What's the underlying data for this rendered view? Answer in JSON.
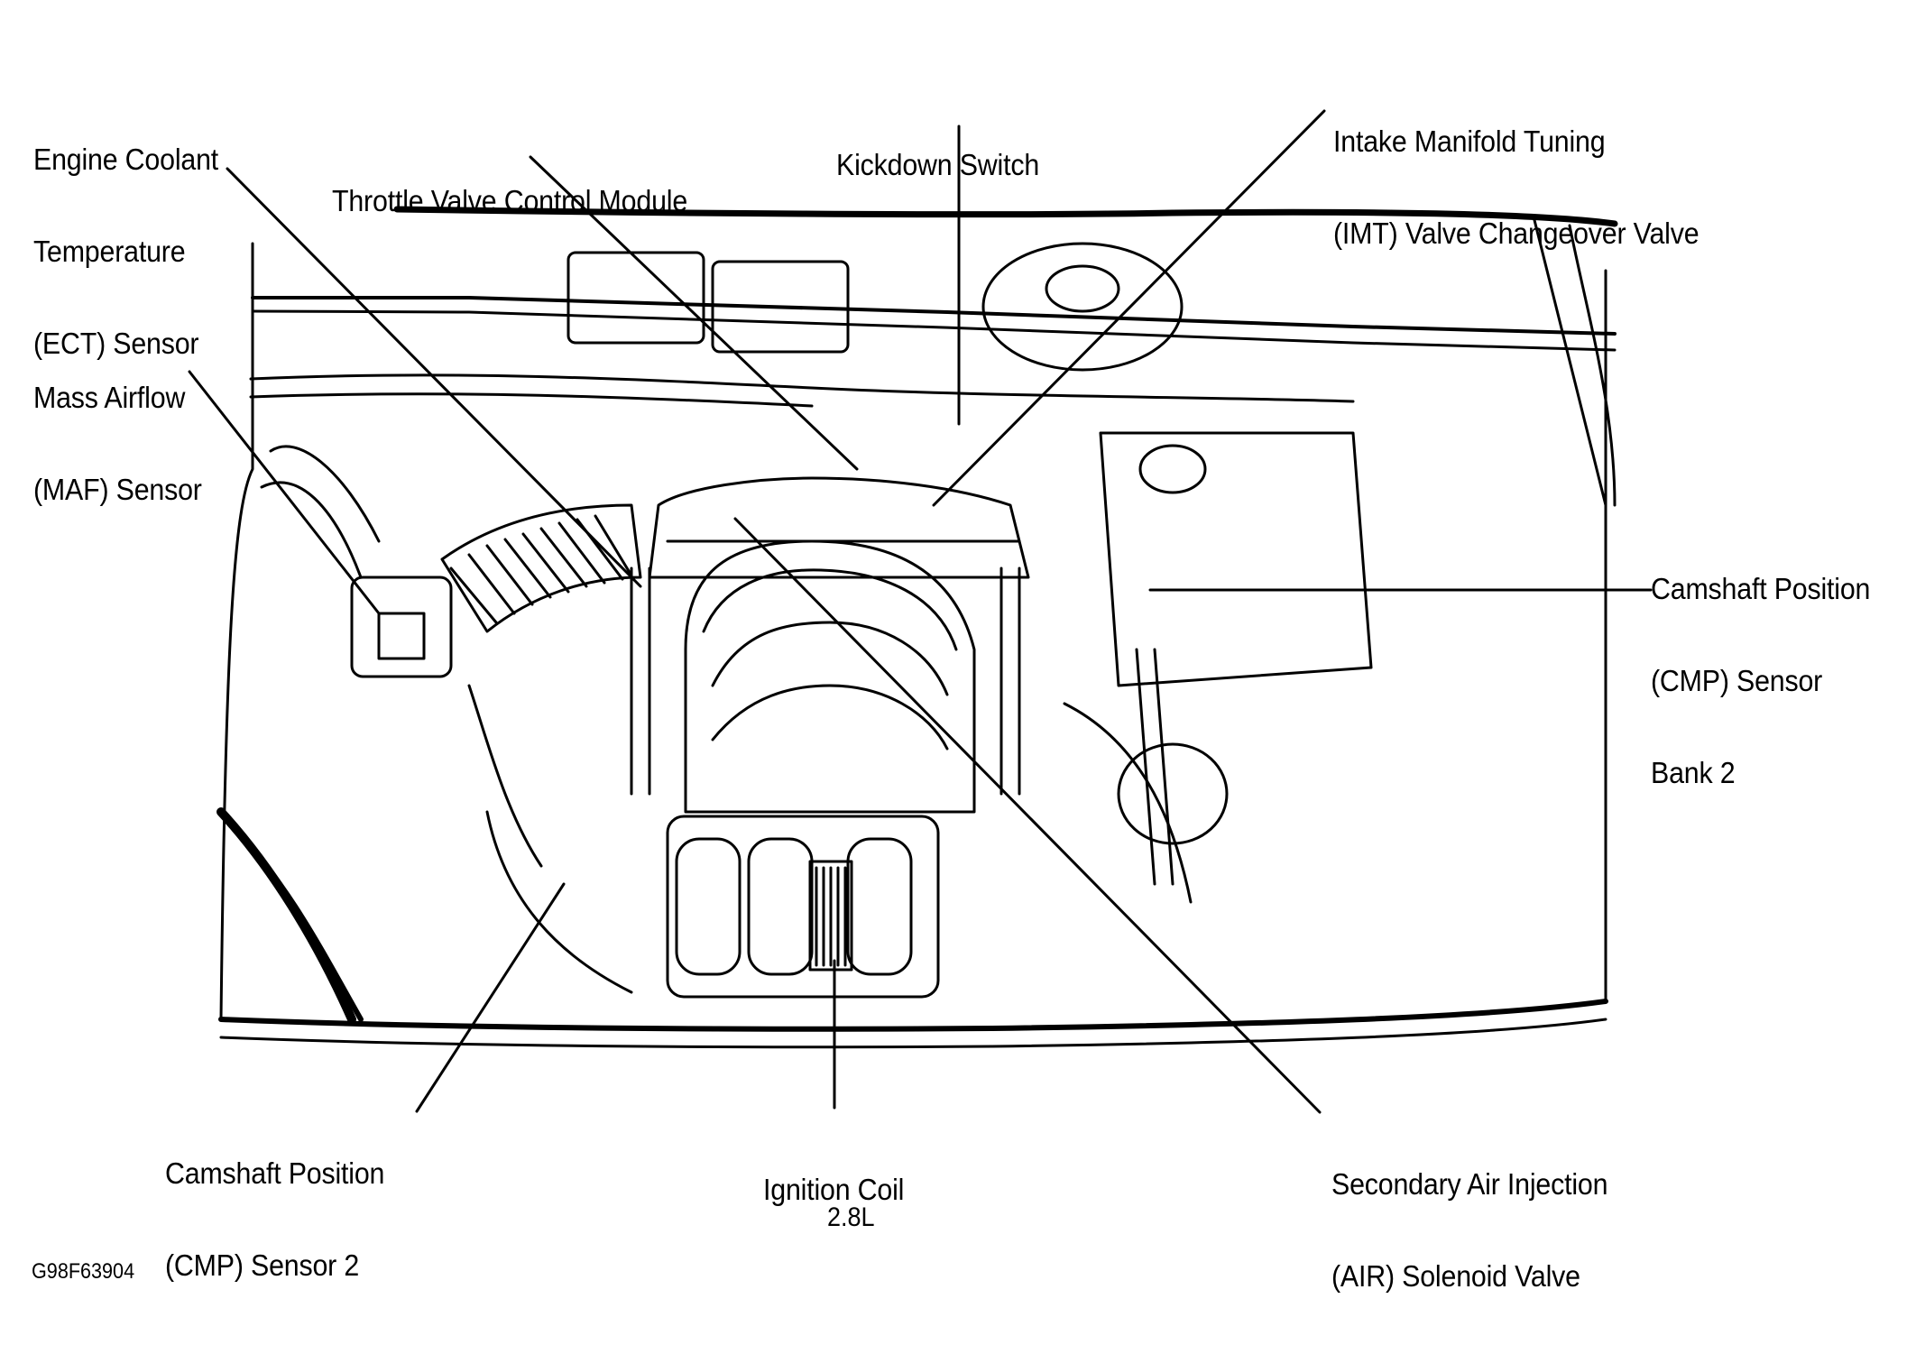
{
  "diagram": {
    "title_caption": "2.8L",
    "figure_id": "G98F63904",
    "labels": [
      {
        "id": "ect",
        "lines": [
          "Engine Coolant",
          "Temperature",
          "(ECT) Sensor"
        ]
      },
      {
        "id": "tvcm",
        "lines": [
          "Throttle Valve Control Module"
        ]
      },
      {
        "id": "kickdown",
        "lines": [
          "Kickdown Switch"
        ]
      },
      {
        "id": "imt",
        "lines": [
          "Intake Manifold Tuning",
          "(IMT) Valve Changeover Valve"
        ]
      },
      {
        "id": "maf",
        "lines": [
          "Mass Airflow",
          "(MAF) Sensor"
        ]
      },
      {
        "id": "cmp-bank2",
        "lines": [
          "Camshaft Position",
          "(CMP) Sensor",
          "Bank 2"
        ]
      },
      {
        "id": "cmp2",
        "lines": [
          "Camshaft Position",
          "(CMP) Sensor 2"
        ]
      },
      {
        "id": "ignition",
        "lines": [
          "Ignition Coil"
        ]
      },
      {
        "id": "air",
        "lines": [
          "Secondary Air Injection",
          "(AIR) Solenoid Valve"
        ]
      }
    ]
  }
}
